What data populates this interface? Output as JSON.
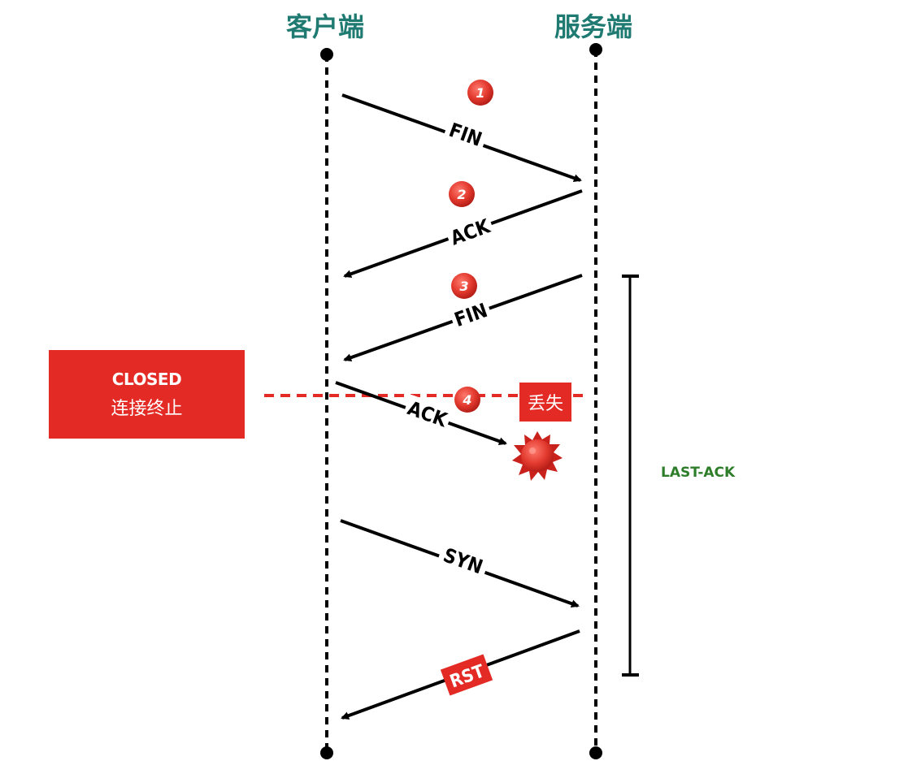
{
  "header": {
    "client_label": "客户端",
    "server_label": "服务端"
  },
  "messages": [
    {
      "step": "1",
      "label": "FIN"
    },
    {
      "step": "2",
      "label": "ACK"
    },
    {
      "step": "3",
      "label": "FIN"
    },
    {
      "step": "4",
      "label": "ACK"
    },
    {
      "label": "SYN"
    },
    {
      "label": "RST"
    }
  ],
  "closed_box": {
    "title": "CLOSED",
    "subtitle": "连接终止"
  },
  "lost_tag": "丢失",
  "server_state": "LAST-ACK",
  "colors": {
    "accent_red": "#e32a25",
    "title_teal": "#1f7a72",
    "state_green": "#2e7d2a"
  }
}
